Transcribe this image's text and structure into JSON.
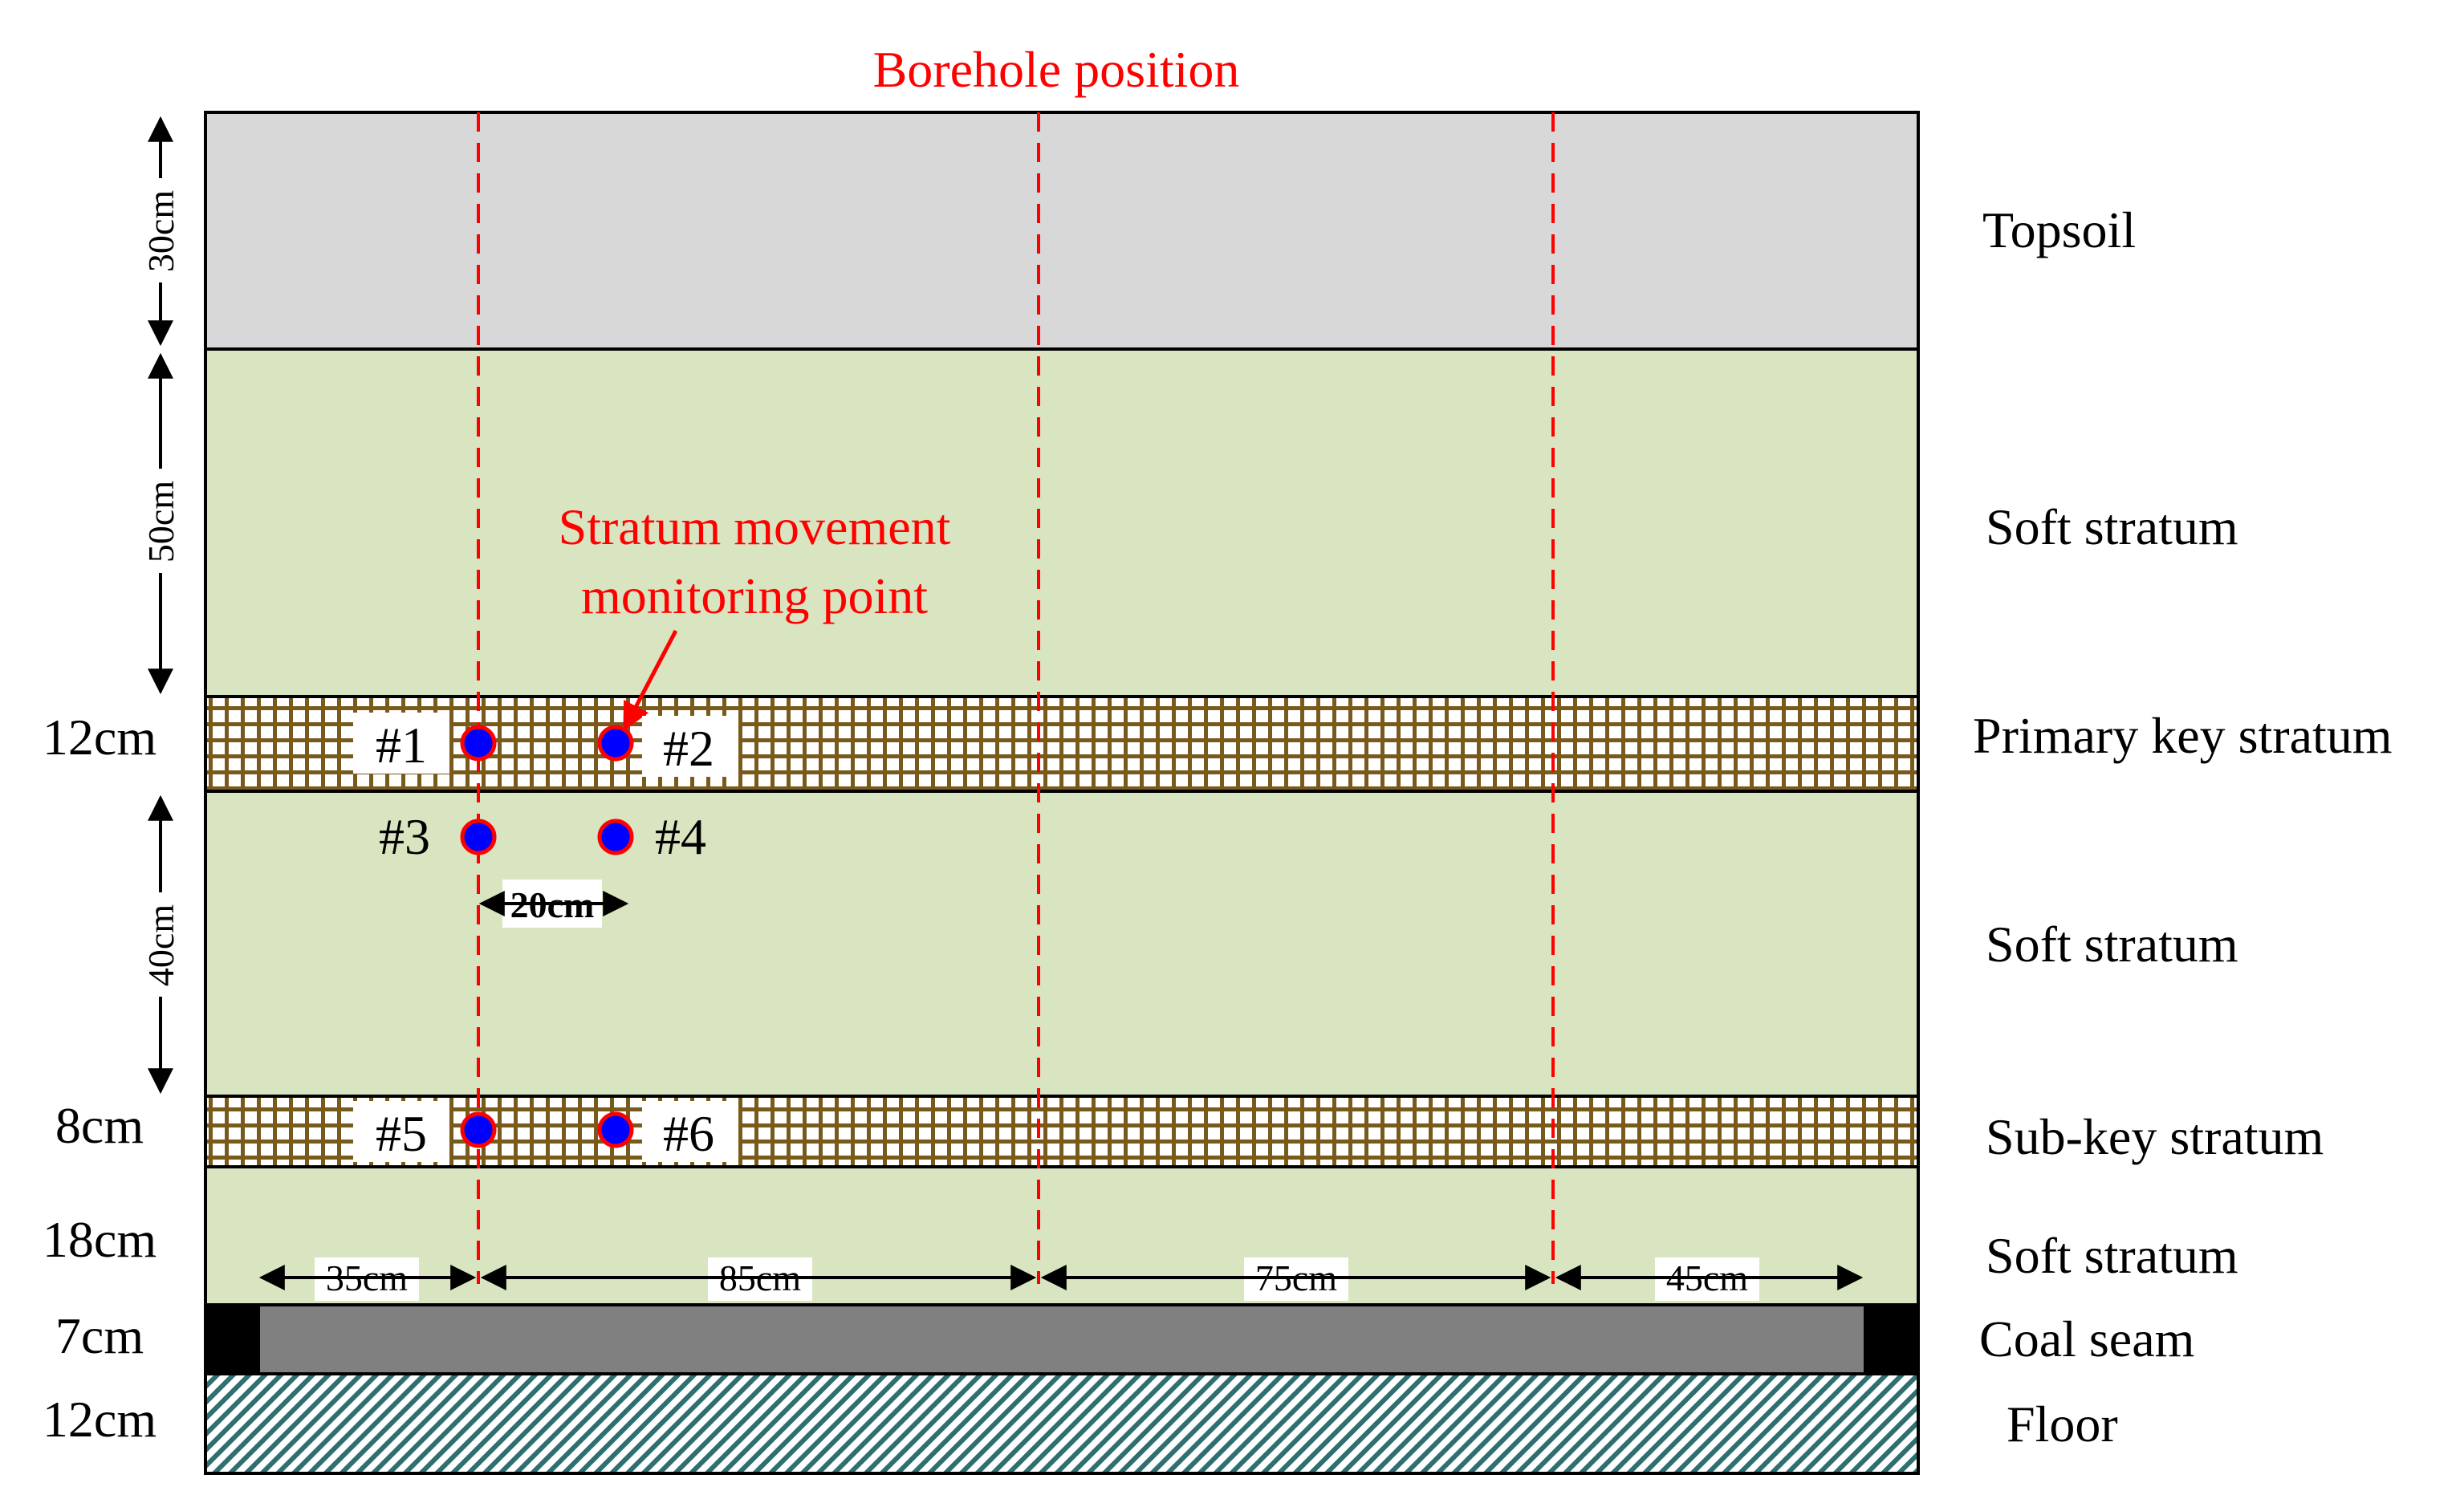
{
  "title": "Borehole position",
  "annotation": {
    "line1": "Stratum movement",
    "line2": "monitoring point"
  },
  "layers": [
    {
      "id": "topsoil",
      "label": "Topsoil",
      "thickness": "30cm",
      "fill": "#d8d8d8",
      "pattern": "solid"
    },
    {
      "id": "soft1",
      "label": "Soft stratum",
      "thickness": "50cm",
      "fill": "#d9e4c0",
      "pattern": "solid"
    },
    {
      "id": "primary",
      "label": "Primary key stratum",
      "thickness": "12cm",
      "fill": "#7a5a1a",
      "pattern": "grid"
    },
    {
      "id": "soft2",
      "label": "Soft stratum",
      "thickness": "40cm",
      "fill": "#d9e4c0",
      "pattern": "solid"
    },
    {
      "id": "subkey",
      "label": "Sub-key stratum",
      "thickness": "8cm",
      "fill": "#7a5a1a",
      "pattern": "grid"
    },
    {
      "id": "soft3",
      "label": "Soft stratum",
      "thickness": "18cm",
      "fill": "#d9e4c0",
      "pattern": "solid"
    },
    {
      "id": "coal",
      "label": "Coal seam",
      "thickness": "7cm",
      "fill": "#808080",
      "pattern": "solid"
    },
    {
      "id": "floor",
      "label": "Floor",
      "thickness": "12cm",
      "fill": "#2f6f6f",
      "pattern": "hatch"
    }
  ],
  "points": {
    "p1": "#1",
    "p2": "#2",
    "p3": "#3",
    "p4": "#4",
    "p5": "#5",
    "p6": "#6"
  },
  "spacing_label": "20cm",
  "horizontal_distances": [
    "35cm",
    "85cm",
    "75cm",
    "45cm"
  ],
  "colors": {
    "borehole_line": "#ff0000",
    "monitor_point": "#0000ff",
    "monitor_outline": "#ff0000",
    "annotation": "#ff0000",
    "coal_pillar": "#000000",
    "outline": "#000000"
  }
}
